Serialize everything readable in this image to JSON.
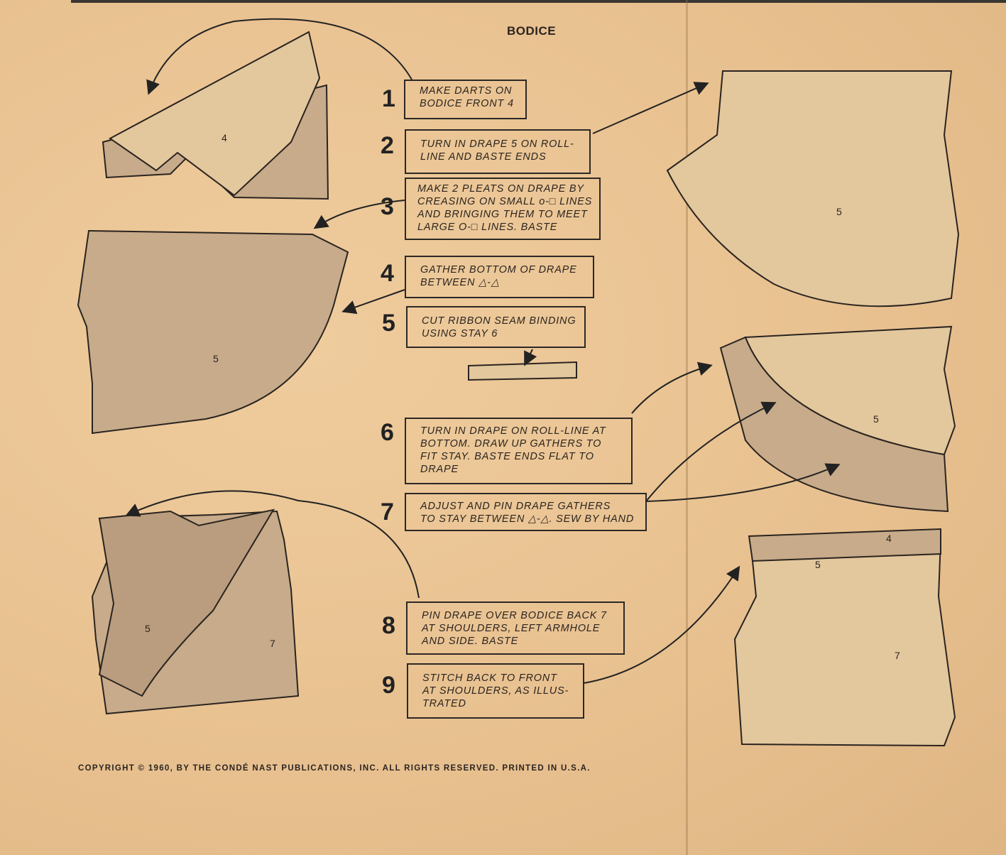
{
  "title": "BODICE",
  "steps": [
    {
      "number": "1",
      "text": "MAKE DARTS ON\nBODICE FRONT 4"
    },
    {
      "number": "2",
      "text": "TURN IN DRAPE 5 ON ROLL-\nLINE AND BASTE ENDS"
    },
    {
      "number": "3",
      "text": "MAKE 2 PLEATS ON DRAPE BY\nCREASING ON SMALL o-□ LINES\nAND BRINGING THEM TO MEET\nLARGE O-□ LINES. BASTE"
    },
    {
      "number": "4",
      "text": "GATHER BOTTOM OF DRAPE\nBETWEEN △-△"
    },
    {
      "number": "5",
      "text": "CUT RIBBON SEAM BINDING\nUSING STAY 6"
    },
    {
      "number": "6",
      "text": "TURN IN DRAPE ON ROLL-LINE AT\nBOTTOM. DRAW UP GATHERS TO\nFIT STAY. BASTE ENDS FLAT TO\nDRAPE"
    },
    {
      "number": "7",
      "text": "ADJUST AND PIN DRAPE GATHERS\nTO STAY BETWEEN △-△. SEW BY HAND"
    },
    {
      "number": "8",
      "text": "PIN DRAPE OVER BODICE BACK 7\nAT SHOULDERS, LEFT ARMHOLE\nAND SIDE. BASTE"
    },
    {
      "number": "9",
      "text": "STITCH BACK TO FRONT\nAT SHOULDERS, AS ILLUS-\nTRATED"
    }
  ],
  "piece_labels": {
    "front": "4",
    "drape": "5",
    "back": "7"
  },
  "copyright": "COPYRIGHT © 1960, BY THE CONDÉ NAST PUBLICATIONS, INC. ALL RIGHTS RESERVED. PRINTED IN U.S.A.",
  "colors": {
    "paper": "#eac596",
    "piece": "#c7ab8a",
    "ink": "#2a2420"
  }
}
